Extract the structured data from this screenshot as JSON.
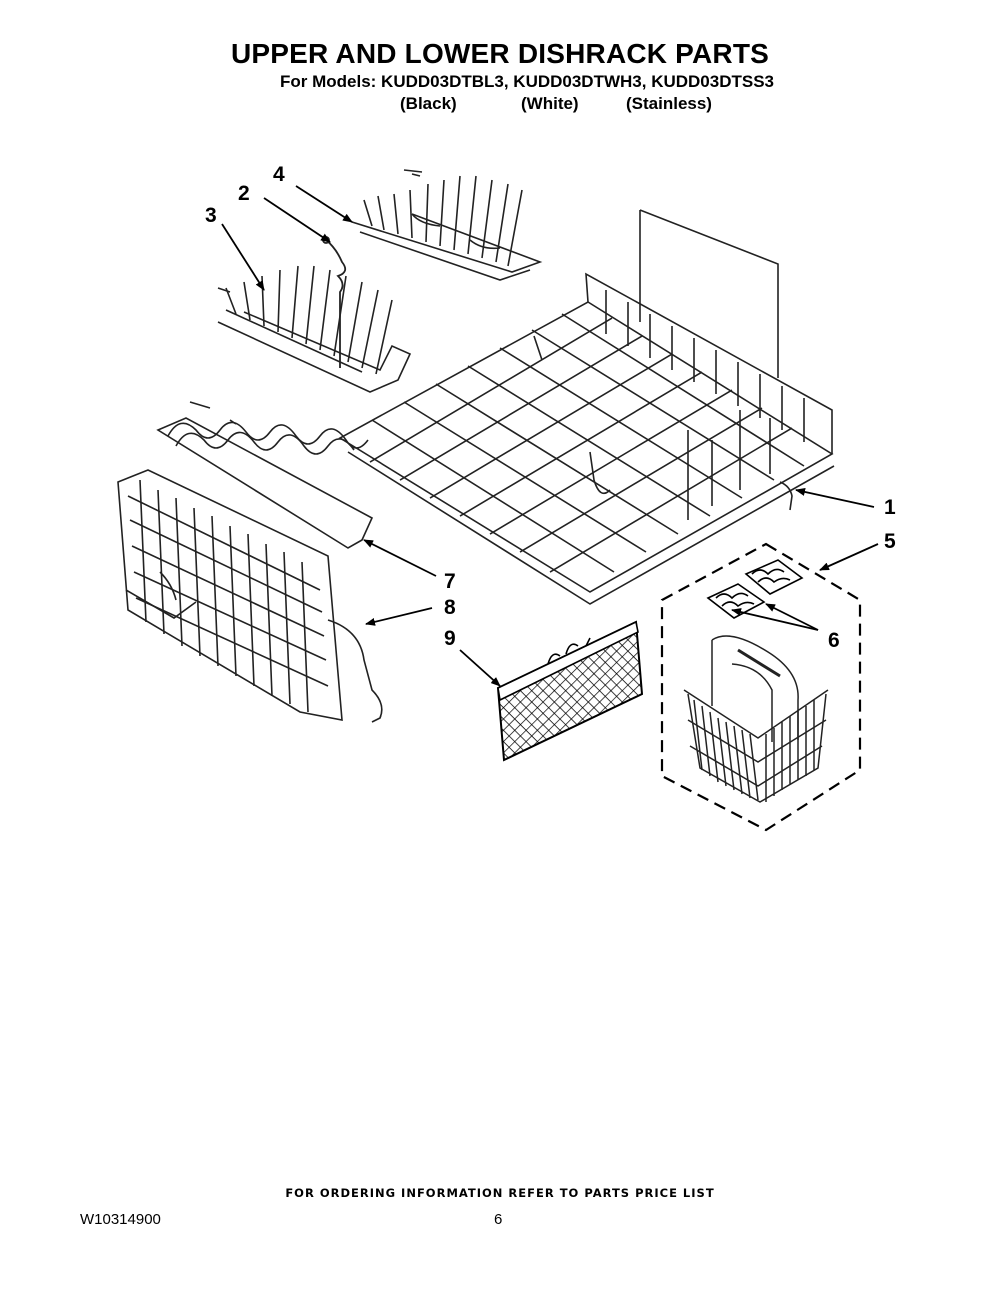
{
  "header": {
    "title": "UPPER AND LOWER DISHRACK PARTS",
    "models_line": "For Models: KUDD03DTBL3, KUDD03DTWH3, KUDD03DTSS3",
    "variants": [
      "(Black)",
      "(White)",
      "(Stainless)"
    ]
  },
  "callouts": [
    "1",
    "2",
    "3",
    "4",
    "5",
    "6",
    "7",
    "8",
    "9"
  ],
  "footer": {
    "ordering_note": "FOR ORDERING INFORMATION REFER TO PARTS PRICE LIST",
    "document_id": "W10314900",
    "page_number": "6"
  }
}
